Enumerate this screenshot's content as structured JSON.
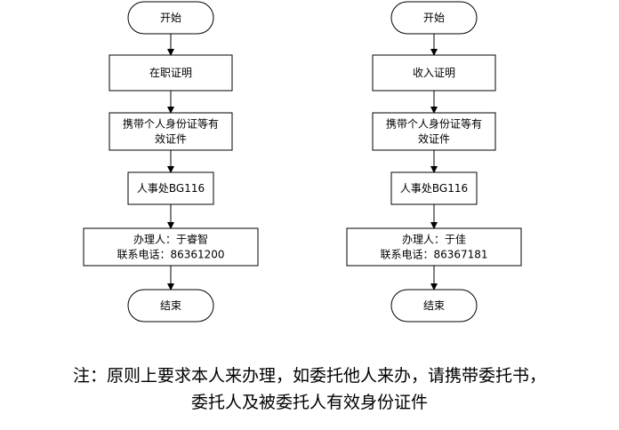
{
  "flows": [
    {
      "nodes": [
        {
          "shape": "terminal",
          "lines": [
            "开始"
          ]
        },
        {
          "shape": "process",
          "lines": [
            "在职证明"
          ]
        },
        {
          "shape": "process",
          "lines": [
            "携带个人身份证等有",
            "效证件"
          ]
        },
        {
          "shape": "process",
          "lines": [
            "人事处BG116"
          ]
        },
        {
          "shape": "process",
          "lines": [
            "办理人：于睿智",
            "联系电话：86361200"
          ]
        },
        {
          "shape": "terminal",
          "lines": [
            "结束"
          ]
        }
      ]
    },
    {
      "nodes": [
        {
          "shape": "terminal",
          "lines": [
            "开始"
          ]
        },
        {
          "shape": "process",
          "lines": [
            "收入证明"
          ]
        },
        {
          "shape": "process",
          "lines": [
            "携带个人身份证等有",
            "效证件"
          ]
        },
        {
          "shape": "process",
          "lines": [
            "人事处BG116"
          ]
        },
        {
          "shape": "process",
          "lines": [
            "办理人：于佳",
            "联系电话：86367181"
          ]
        },
        {
          "shape": "terminal",
          "lines": [
            "结束"
          ]
        }
      ]
    }
  ],
  "note": {
    "line1": "注：原则上要求本人来办理，如委托他人来办，请携带委托书，",
    "line2": "委托人及被委托人有效身份证件"
  }
}
